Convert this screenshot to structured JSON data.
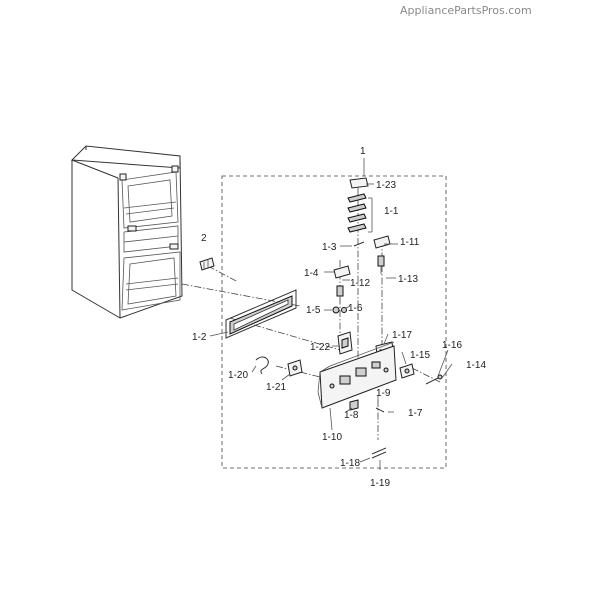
{
  "watermark": "AppliancePartsPros.com",
  "labels": {
    "l1": "1",
    "l1_23": "1-23",
    "l1_1": "1-1",
    "l2": "2",
    "l1_3": "1-3",
    "l1_11": "1-11",
    "l1_4": "1-4",
    "l1_12": "1-12",
    "l1_13": "1-13",
    "l1_5": "1-5",
    "l1_6": "1-6",
    "l1_2": "1-2",
    "l1_17": "1-17",
    "l1_22": "1-22",
    "l1_16": "1-16",
    "l1_15": "1-15",
    "l1_14": "1-14",
    "l1_20": "1-20",
    "l1_21": "1-21",
    "l1_9": "1-9",
    "l1_8": "1-8",
    "l1_7": "1-7",
    "l1_10": "1-10",
    "l1_18": "1-18",
    "l1_19": "1-19"
  }
}
